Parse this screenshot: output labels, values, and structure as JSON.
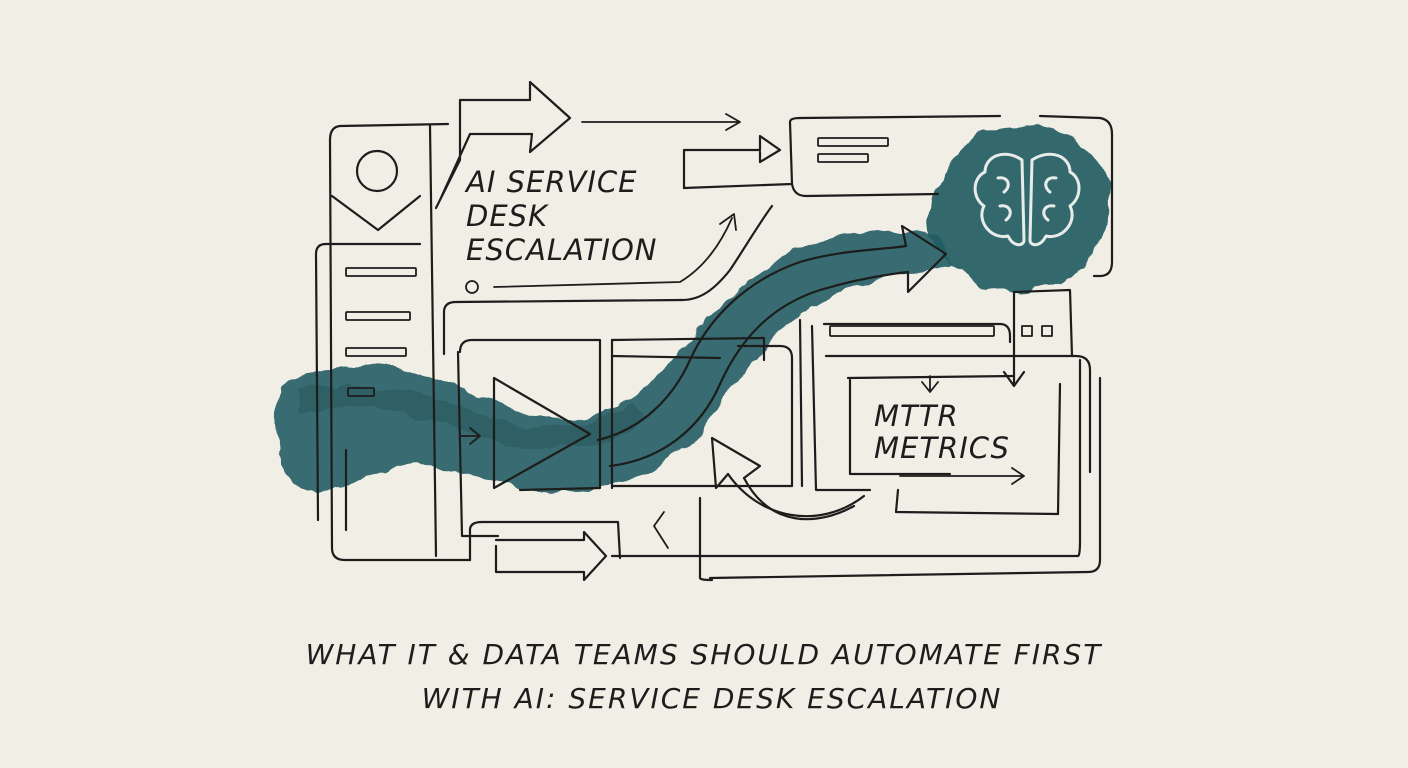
{
  "diagram": {
    "label_primary": [
      "AI SERVICE",
      "DESK",
      "ESCALATION"
    ],
    "label_metrics": [
      "MTTR",
      "METRICS"
    ]
  },
  "caption": {
    "line1": "WHAT IT & DATA TEAMS SHOULD AUTOMATE FIRST",
    "line2": "WITH AI: SERVICE DESK ESCALATION"
  },
  "colors": {
    "paper": "#f1eee6",
    "ink": "#1d1d1b",
    "teal_wash": "#1f5b61",
    "brain_stroke": "#e8ece9"
  },
  "icons": [
    "brain-icon",
    "avatar-circle-icon",
    "arrow-icon",
    "window-buttons-icon"
  ]
}
